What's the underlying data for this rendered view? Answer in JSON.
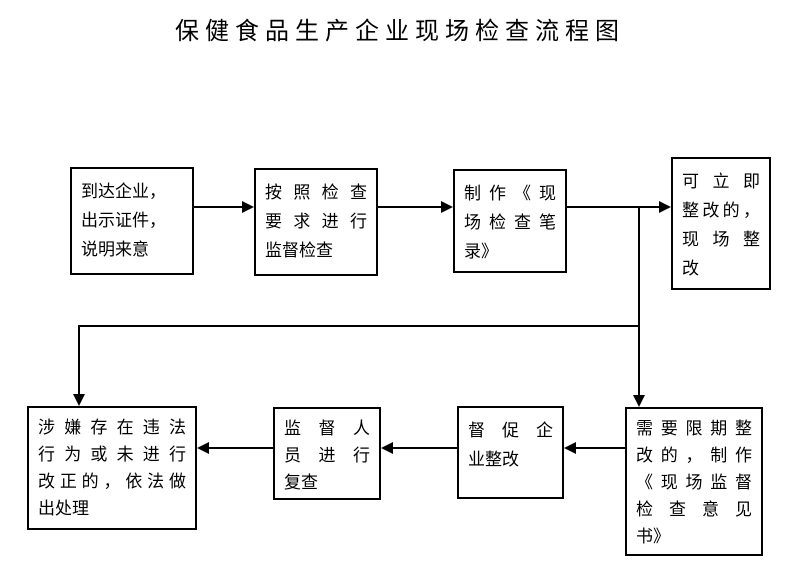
{
  "title": "保健食品生产企业现场检查流程图",
  "colors": {
    "background": "#ffffff",
    "line": "#000000",
    "text": "#000000"
  },
  "flowchart": {
    "type": "flowchart",
    "nodes": [
      {
        "id": "arrive",
        "text": "到达企业，出示证件，说明来意",
        "lines": [
          "到达企业，",
          "出示证件，",
          "说明来意"
        ]
      },
      {
        "id": "inspect",
        "text": "按照检查要求进行监督检查",
        "lines": [
          "按照检查",
          "要求进行",
          "监督检查"
        ]
      },
      {
        "id": "record",
        "text": "制作《现场检查笔录》",
        "lines": [
          "制作《现",
          "场检查笔",
          "录》"
        ]
      },
      {
        "id": "immediate-fix",
        "text": "可立即整改的，现场整改",
        "lines": [
          "可立即",
          "整改的，",
          "现场整",
          "改"
        ]
      },
      {
        "id": "deadline-fix",
        "text": "需要限期整改的，制作《现场监督检查意见书》",
        "lines": [
          "需要限期整",
          "改的，制作",
          "《现场监督",
          "检查意见",
          "书》"
        ]
      },
      {
        "id": "urge",
        "text": "督促企业整改",
        "lines": [
          "督促企",
          "业整改"
        ]
      },
      {
        "id": "recheck",
        "text": "监督人员进行复查",
        "lines": [
          "监督人",
          "员进行",
          "复查"
        ]
      },
      {
        "id": "handle",
        "text": "涉嫌存在违法行为或未进行改正的，依法做出处理",
        "lines": [
          "涉嫌存在违法",
          "行为或未进行",
          "改正的，依法做",
          "出处理"
        ]
      }
    ],
    "edges": [
      {
        "from": "arrive",
        "to": "inspect"
      },
      {
        "from": "inspect",
        "to": "record"
      },
      {
        "from": "record",
        "to": "immediate-fix"
      },
      {
        "from": "record",
        "to": "deadline-fix"
      },
      {
        "from": "record",
        "to": "handle"
      },
      {
        "from": "deadline-fix",
        "to": "urge"
      },
      {
        "from": "urge",
        "to": "recheck"
      },
      {
        "from": "recheck",
        "to": "handle"
      }
    ]
  }
}
